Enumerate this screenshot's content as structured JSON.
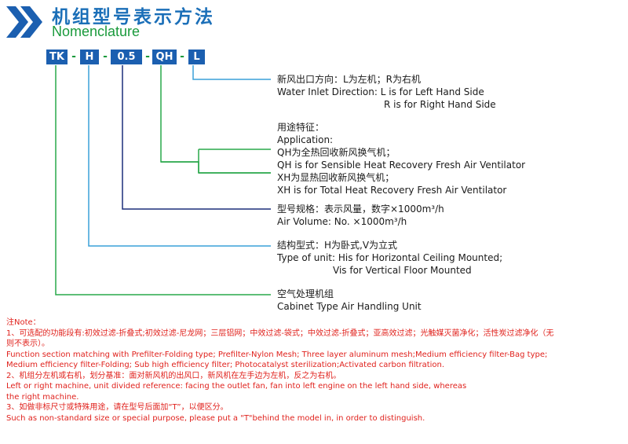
{
  "header": {
    "title_cn": "机组型号表示方法",
    "title_en": "Nomenclature"
  },
  "code": {
    "parts": [
      "TK",
      "H",
      "0.5",
      "QH",
      "L"
    ],
    "separator": "-"
  },
  "sections": [
    {
      "lines": [
        "新风出口方向：L为左机；R为右机",
        "Water Inlet Direction: L is for Left Hand Side",
        "R is for Right Hand Side"
      ]
    },
    {
      "lines": [
        "用途特征：",
        "Application:",
        "QH为全热回收新风换气机；",
        "QH is for Sensible Heat Recovery Fresh Air Ventilator",
        "XH为显热回收新风换气机；",
        "XH is for Total Heat Recovery Fresh Air Ventilator"
      ]
    },
    {
      "lines": [
        "型号规格：表示风量，数字×1000m³/h",
        "Air Volume: No. ×1000m³/h"
      ]
    },
    {
      "lines": [
        "结构型式：H为卧式,V为立式",
        "Type of unit:  His for Horizontal Ceiling Mounted;",
        "Vis for Vertical Floor Mounted"
      ]
    },
    {
      "lines": [
        "空气处理机组",
        "Cabinet Type Air Handling Unit"
      ]
    }
  ],
  "notes": {
    "heading": "注Note：",
    "lines": [
      "1、可选配的功能段有:初效过滤-折叠式;初效过滤-尼龙网；三层铝网；中效过滤-袋式；中效过滤-折叠式；亚高效过滤；光触媒灭菌净化；活性炭过滤净化（无",
      "则不表示）。",
      "Function section matching with Prefilter-Folding type; Prefilter-Nylon Mesh; Three layer aluminum mesh;Medium efficiency filter-Bag type;",
      "Medium efficiency filter-Folding; Sub high efficiency filter; Photocatalyst sterilization;Activated carbon filtration.",
      "2、机组分左机或右机，划分基准：面对新风机的出风口，新风机在左手边为左机，反之为右机。",
      "Left or right machine, unit divided reference: facing the outlet fan, fan into left engine on the left hand side, whereas",
      "the right machine.",
      "3、如做非标尺寸或特殊用途，请在型号后面加“T”，以便区分。",
      "Such as non-standard size or special purpose, please put a \"T\"behind the model in, in order to distinguish."
    ]
  },
  "colors": {
    "brand_blue": "#1b5fb0",
    "brand_green": "#1a9a3c",
    "line_cyan": "#3aa0d8",
    "line_green": "#29a84a",
    "line_navy": "#1c2f7a",
    "note_red": "#e0221d"
  },
  "icons": {
    "logo": "double-chevron-icon"
  }
}
